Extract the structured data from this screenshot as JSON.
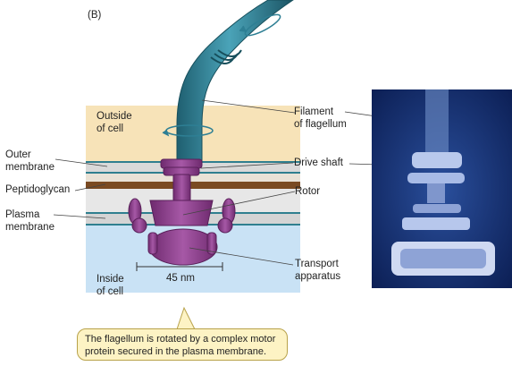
{
  "panel_label": "(B)",
  "regions": {
    "outside": [
      "Outside",
      "of cell"
    ],
    "inside": [
      "Inside",
      "of cell"
    ]
  },
  "labels": {
    "outer_membrane": [
      "Outer",
      "membrane"
    ],
    "peptidoglycan": "Peptidoglycan",
    "plasma_membrane": [
      "Plasma",
      "membrane"
    ],
    "filament": [
      "Filament",
      "of flagellum"
    ],
    "drive_shaft": "Drive shaft",
    "rotor": "Rotor",
    "transport": [
      "Transport",
      "apparatus"
    ]
  },
  "scale": "45 nm",
  "caption": [
    "The flagellum is rotated by a complex motor",
    "protein secured in the plasma membrane."
  ],
  "colors": {
    "outside_bg": "#f7e3b8",
    "inside_bg": "#c9e2f5",
    "filament": "#2e7f94",
    "motor": "#8c3d8c",
    "peptidoglycan": "#7a4a22"
  }
}
